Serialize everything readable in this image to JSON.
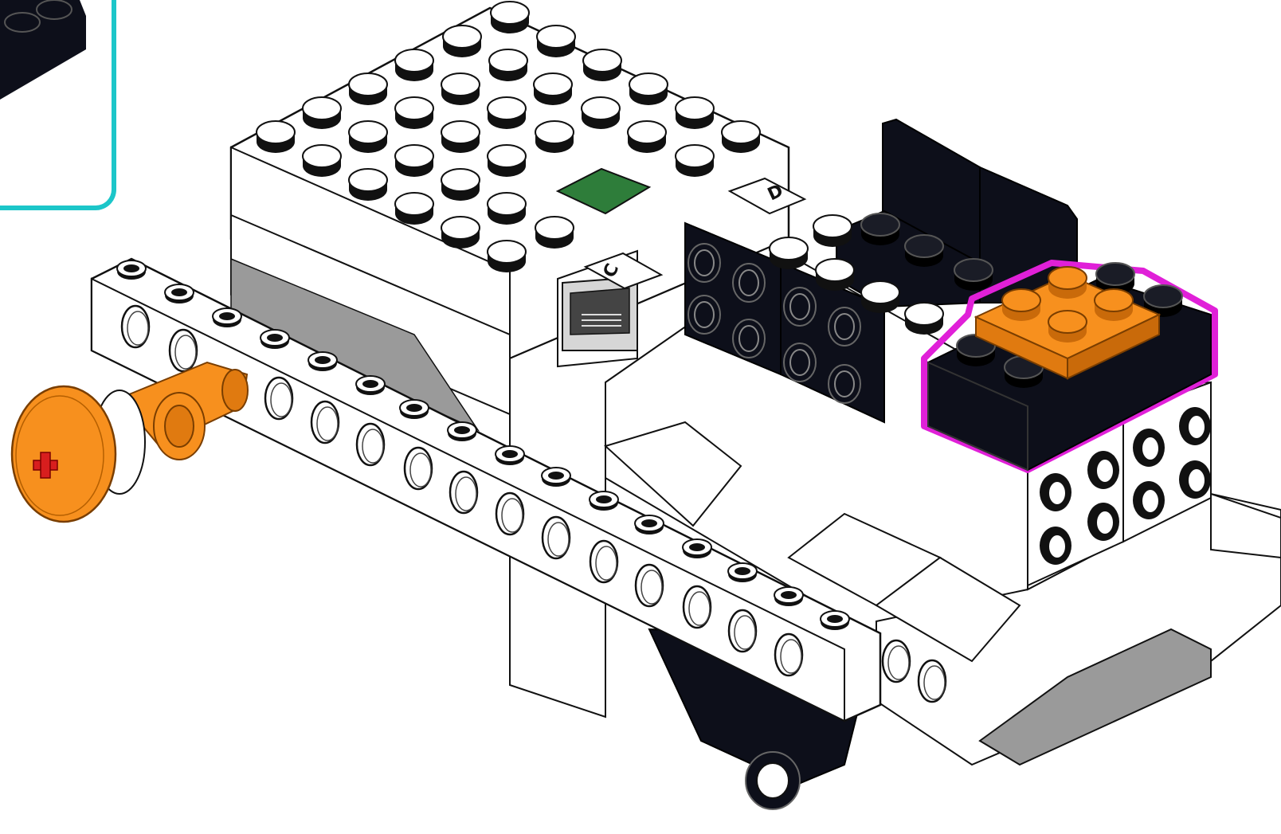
{
  "instruction_step": {
    "callout": {
      "frame_color": "#1cc6c9"
    },
    "highlight": {
      "color": "#e020d8",
      "part": "orange-2x2-plate"
    },
    "hub": {
      "port_labels": [
        "D",
        "C"
      ],
      "status_light_color": "#2e7d3a"
    },
    "colors": {
      "orange": "#f7901e",
      "black": "#0d0f1a",
      "white": "#ffffff",
      "grey": "#9a9a9a",
      "red": "#d81e1e"
    }
  }
}
